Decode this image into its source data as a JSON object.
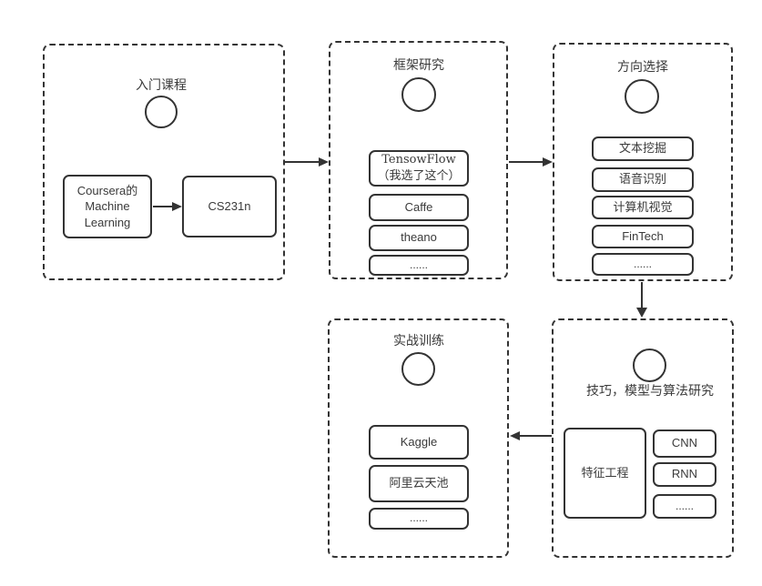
{
  "colors": {
    "line": "#333333",
    "text": "#3a3a3a",
    "background": "#ffffff"
  },
  "stages": {
    "intro": {
      "title": "入门课程",
      "coursera_line1": "Coursera的",
      "coursera_line2": "Machine",
      "coursera_line3": "Learning",
      "cs231n": "CS231n"
    },
    "framework": {
      "title": "框架研究",
      "tensorflow_line1": "TensowFlow",
      "tensorflow_line2": "（我选了这个）",
      "caffe": "Caffe",
      "theano": "theano",
      "more": "......"
    },
    "direction": {
      "title": "方向选择",
      "items": [
        "文本挖掘",
        "语音识别",
        "计算机视觉",
        "FinTech",
        "......"
      ]
    },
    "skills": {
      "title": "技巧，模型与算法研究",
      "feature": "特征工程",
      "items": [
        "CNN",
        "RNN",
        "......"
      ]
    },
    "practice": {
      "title": "实战训练",
      "items": [
        "Kaggle",
        "阿里云天池",
        "......"
      ]
    }
  }
}
